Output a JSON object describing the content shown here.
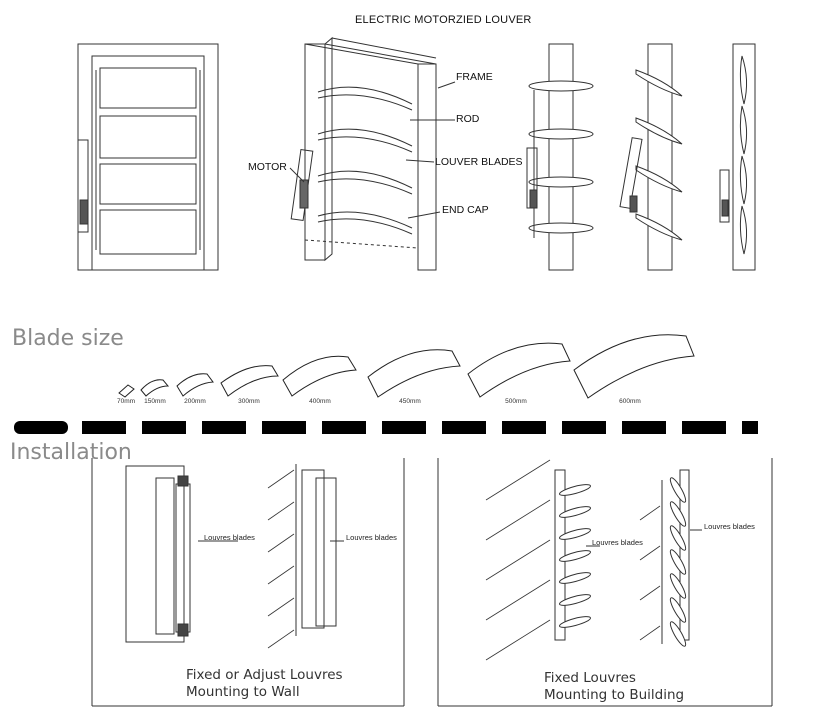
{
  "title": "ELECTRIC MOTORZIED LOUVER",
  "callouts": {
    "frame": "FRAME",
    "rod": "ROD",
    "louver_blades": "LOUVER BLADES",
    "end_cap": "END CAP",
    "motor": "MOTOR"
  },
  "blade_size": {
    "heading": "Blade size",
    "sizes": [
      "70mm",
      "150mm",
      "200mm",
      "300mm",
      "400mm",
      "450mm",
      "500mm",
      "600mm"
    ]
  },
  "installation": {
    "heading": "Installation",
    "left_panel": {
      "label_1": "Louvres blades",
      "label_2": "Louvres blades",
      "caption_line1": "Fixed or Adjust Louvres",
      "caption_line2": "Mounting to Wall"
    },
    "right_panel": {
      "label_1": "Louvres blades",
      "label_2": "Louvres blades",
      "caption_line1": "Fixed Louvres",
      "caption_line2": "Mounting to Building"
    }
  }
}
